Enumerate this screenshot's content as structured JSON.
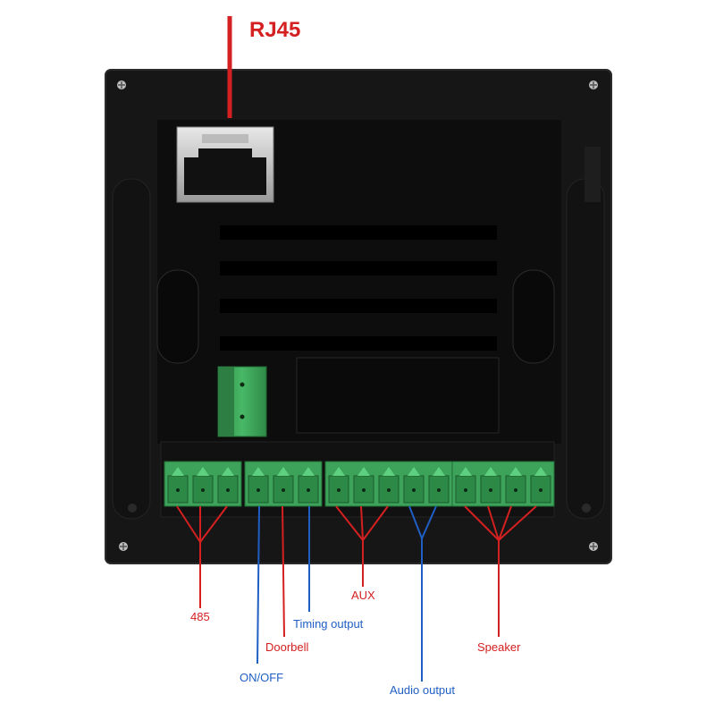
{
  "title": "RJ45",
  "labels": {
    "l485": "485",
    "onoff": "ON/OFF",
    "doorbell": "Doorbell",
    "timing": "Timing output",
    "aux": "AUX",
    "audio": "Audio output",
    "speaker": "Speaker"
  },
  "colors": {
    "red": "#d42020",
    "blue": "#1f5fc4",
    "panel": "#151515",
    "terminal": "#3da35a"
  },
  "terminal_blocks": [
    {
      "name": "485",
      "pins": 3
    },
    {
      "name": "onoff-doorbell-timing",
      "pins": 3
    },
    {
      "name": "aux-audio",
      "pins": 5
    },
    {
      "name": "speaker",
      "pins": 4
    }
  ]
}
